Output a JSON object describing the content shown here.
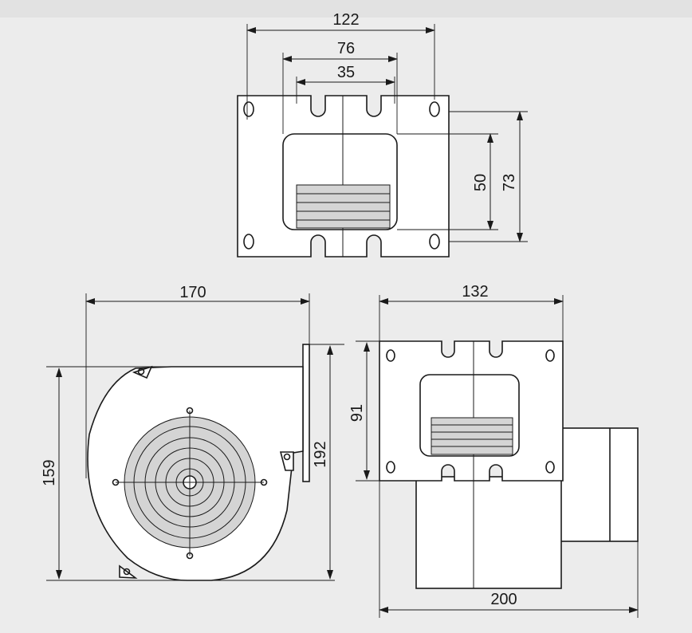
{
  "top_view": {
    "dim_width_outer": "122",
    "dim_width_mid": "76",
    "dim_width_inner": "35",
    "dim_height_inner": "50",
    "dim_height_outer": "73"
  },
  "side_view": {
    "dim_length": "170",
    "dim_height": "159",
    "dim_flange": "192"
  },
  "front_view": {
    "dim_width": "132",
    "dim_height": "91",
    "dim_total": "200"
  },
  "colors": {
    "background": "#ececec",
    "line": "#1a1a1a",
    "grille": "#d4d4d4"
  }
}
